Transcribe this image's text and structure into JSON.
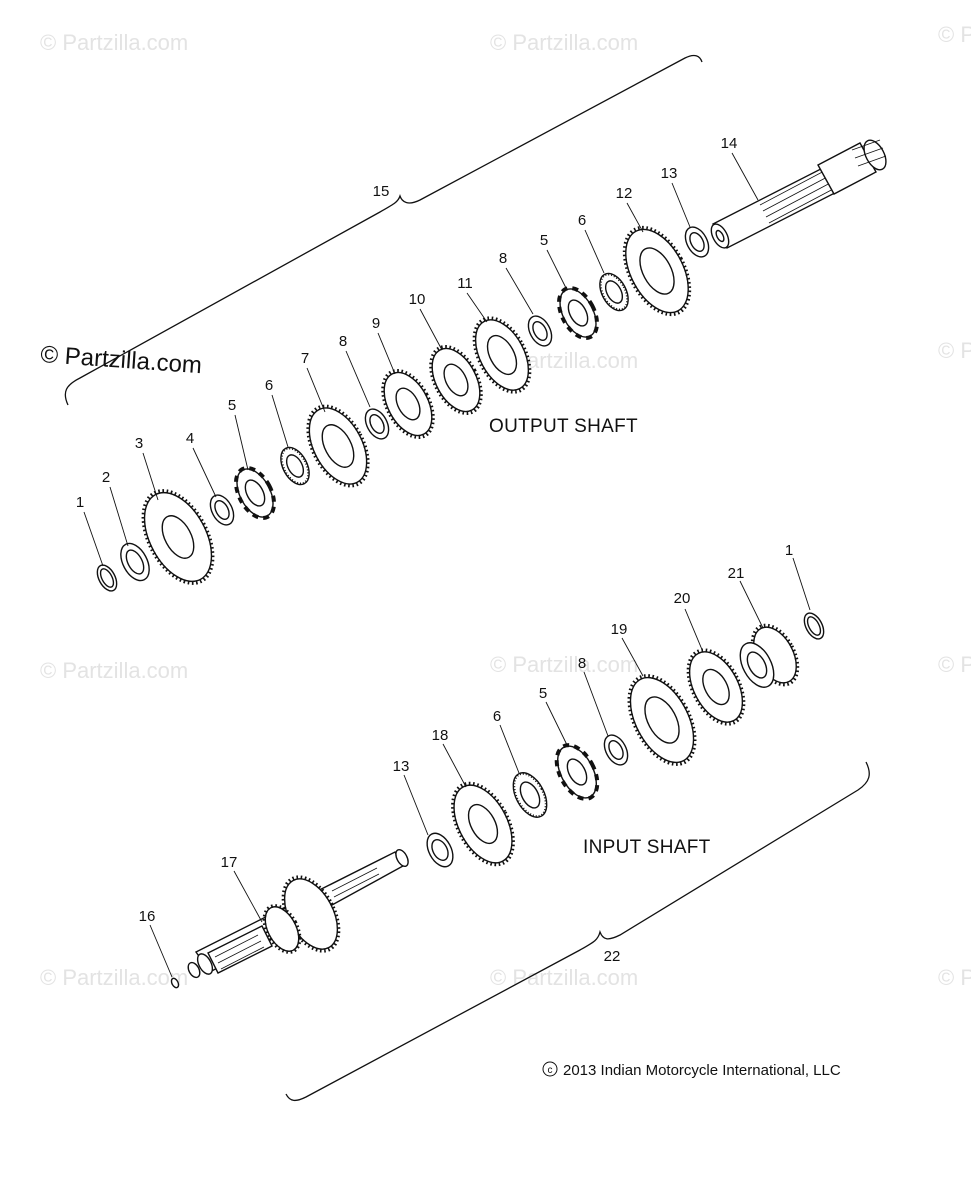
{
  "diagram": {
    "output_shaft_label": "OUTPUT SHAFT",
    "input_shaft_label": "INPUT SHAFT",
    "copyright_symbol": "©",
    "copyright_text": "2013 Indian Motorcycle International, LLC",
    "watermark_text": "© Partzilla.com",
    "callouts": {
      "o1": "1",
      "o2": "2",
      "o3": "3",
      "o4": "4",
      "o5a": "5",
      "o6a": "6",
      "o7": "7",
      "o8a": "8",
      "o9": "9",
      "o10": "10",
      "o11": "11",
      "o8b": "8",
      "o5b": "5",
      "o6b": "6",
      "o12": "12",
      "o13": "13",
      "o14": "14",
      "o15": "15",
      "i1": "1",
      "i21": "21",
      "i20": "20",
      "i19": "19",
      "i8": "8",
      "i5": "5",
      "i6": "6",
      "i18": "18",
      "i13": "13",
      "i17": "17",
      "i16": "16",
      "i22": "22"
    }
  }
}
